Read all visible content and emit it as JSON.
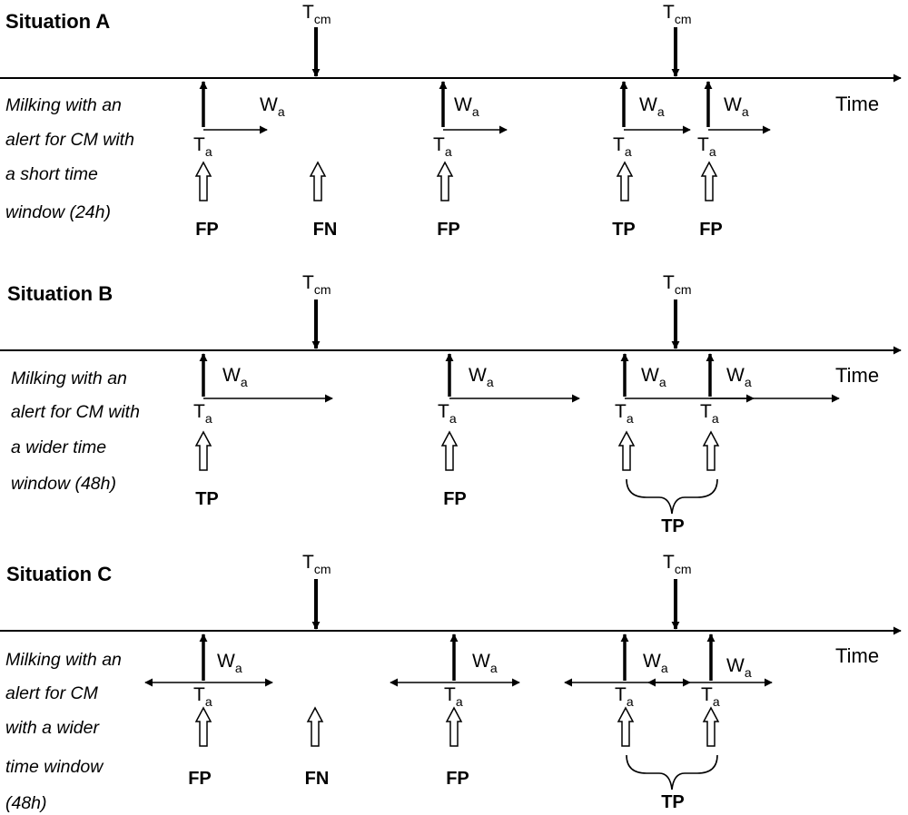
{
  "time_label": "Time",
  "symbols": {
    "cm_main": "T",
    "cm_sub": "cm",
    "alert_main": "T",
    "alert_sub": "a",
    "window_main": "W",
    "window_sub": "a"
  },
  "classes": {
    "false_positive": "FP",
    "false_negative": "FN",
    "true_positive": "TP"
  },
  "situations": [
    {
      "title": "Situation A",
      "description": [
        "Milking with an",
        "alert for CM with",
        "a short time",
        "window (24h)"
      ],
      "outcomes": [
        "FP",
        "FN",
        "FP",
        "TP",
        "FP"
      ],
      "group_outcome": ""
    },
    {
      "title": "Situation B",
      "description": [
        "Milking with an",
        "alert for CM with",
        "a wider time",
        "window (48h)"
      ],
      "outcomes": [
        "TP",
        "FP"
      ],
      "group_outcome": "TP"
    },
    {
      "title": "Situation C",
      "description": [
        "Milking with an",
        "alert for CM",
        "with a wider",
        "time window",
        "(48h)"
      ],
      "outcomes": [
        "FP",
        "FN",
        "FP"
      ],
      "group_outcome": "TP"
    }
  ]
}
